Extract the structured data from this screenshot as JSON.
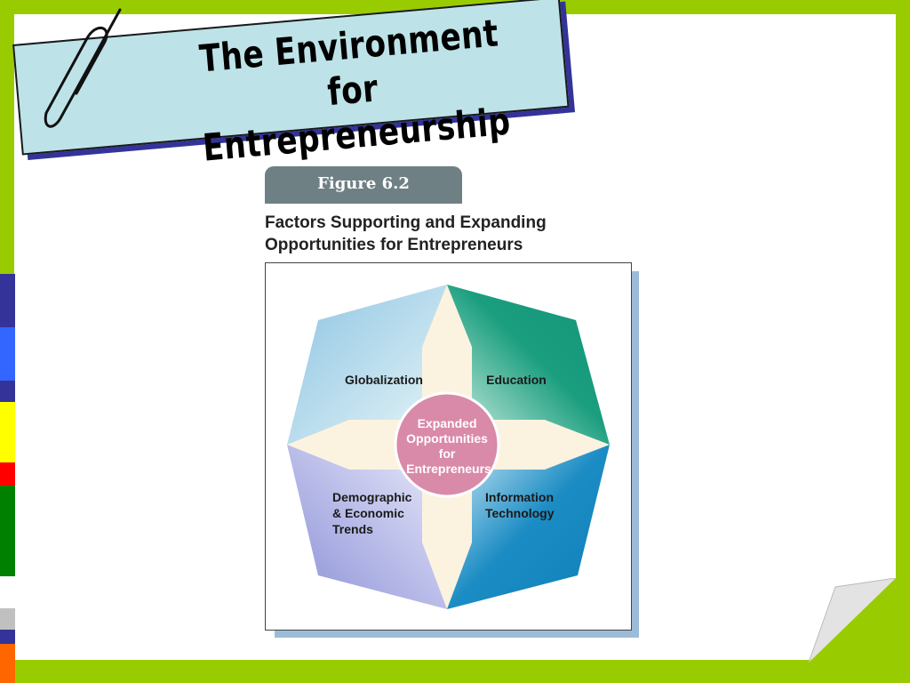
{
  "slide": {
    "title_line1": "The Environment for",
    "title_line2": "Entrepreneurship"
  },
  "figure": {
    "tab_label": "Figure 6.2",
    "caption_line1": "Factors Supporting and Expanding",
    "caption_line2": "Opportunities for Entrepreneurs"
  },
  "diagram": {
    "center_label": [
      "Expanded",
      "Opportunities",
      "for",
      "Entrepreneurs"
    ],
    "quadrants": {
      "top_left": [
        "Globalization"
      ],
      "top_right": [
        "Education"
      ],
      "bottom_left": [
        "Demographic",
        "& Economic",
        "Trends"
      ],
      "bottom_right": [
        "Information",
        "Technology"
      ]
    }
  },
  "colors": {
    "background_green": "#99cc00",
    "title_box": "#bde3e8",
    "title_shadow": "#33339a",
    "figure_tab": "#6f8085",
    "center_circle": "#d98aa8",
    "cross": "#fbf3e0",
    "quadrant_globalization": "#8cc4e3",
    "quadrant_education": "#1a9e7e",
    "quadrant_demographic": "#8a8fd6",
    "quadrant_information": "#1b8cc4"
  },
  "side_stripes": [
    "#33339a",
    "#3366ff",
    "#33339a",
    "#ffff00",
    "#ff0000",
    "#008000",
    "#ffffff",
    "#c0c0c0",
    "#33339a",
    "#ff6600"
  ]
}
